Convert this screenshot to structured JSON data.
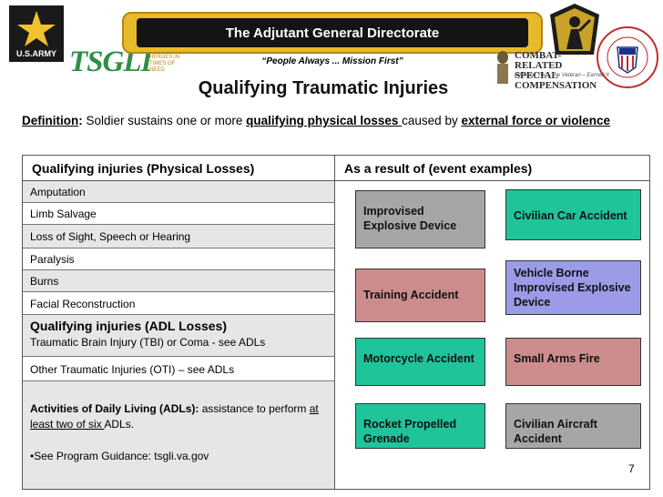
{
  "header": {
    "army_logo_text": "U.S.ARMY",
    "tsgli_logo": "TSGLI",
    "tsgli_sub": "HELPING HEROES IN TIMES OF NEED",
    "banner_title": "The Adjutant General Directorate",
    "tagline": "“People Always ... Mission First”",
    "crsc_logo": "COMBAT-RELATED SPECIAL COMPENSATION",
    "crsc_tagline": "Because You – the Veteran – Earned It",
    "seal_text": "THE ADJUTANT GENERAL DIRECTORATE"
  },
  "title": "Qualifying Traumatic Injuries",
  "definition": {
    "label": "Definition",
    "colon": ":",
    "text1": " Soldier sustains one or more ",
    "emph1": "qualifying physical losses ",
    "text2": "caused by ",
    "emph2": "external force or violence"
  },
  "table": {
    "left_header": "Qualifying injuries (Physical Losses)",
    "right_header": "As a result of (event examples)",
    "physical_losses": [
      "Amputation",
      "Limb Salvage",
      "Loss of Sight, Speech or Hearing",
      "Paralysis",
      "Burns",
      "Facial Reconstruction"
    ],
    "adl_header": "Qualifying injuries (ADL Losses)",
    "adl_losses": [
      "Traumatic Brain Injury (TBI) or Coma - see ADLs",
      "Other Traumatic Injuries (OTI) – see ADLs"
    ],
    "adl_note": {
      "label": "Activities of Daily Living (ADLs):",
      "text1": "  assistance to perform ",
      "emph": "at least two of six ",
      "text2": "ADLs."
    },
    "guidance": "•See Program Guidance: tsgli.va.gov"
  },
  "events": [
    {
      "label": "Improvised Explosive Device",
      "color": "#a6a6a6"
    },
    {
      "label": "Civilian Car Accident",
      "color": "#1fc49a"
    },
    {
      "label": "Training Accident",
      "color": "#cd8c8c"
    },
    {
      "label": "Vehicle Borne Improvised Explosive Device",
      "color": "#9b9be8"
    },
    {
      "label": "Motorcycle Accident",
      "color": "#1fc49a"
    },
    {
      "label": "Small Arms Fire",
      "color": "#cd8c8c"
    },
    {
      "label": "Rocket Propelled Grenade",
      "color": "#1fc49a"
    },
    {
      "label": "Civilian Aircraft Accident",
      "color": "#a6a6a6"
    }
  ],
  "page_number": "7"
}
